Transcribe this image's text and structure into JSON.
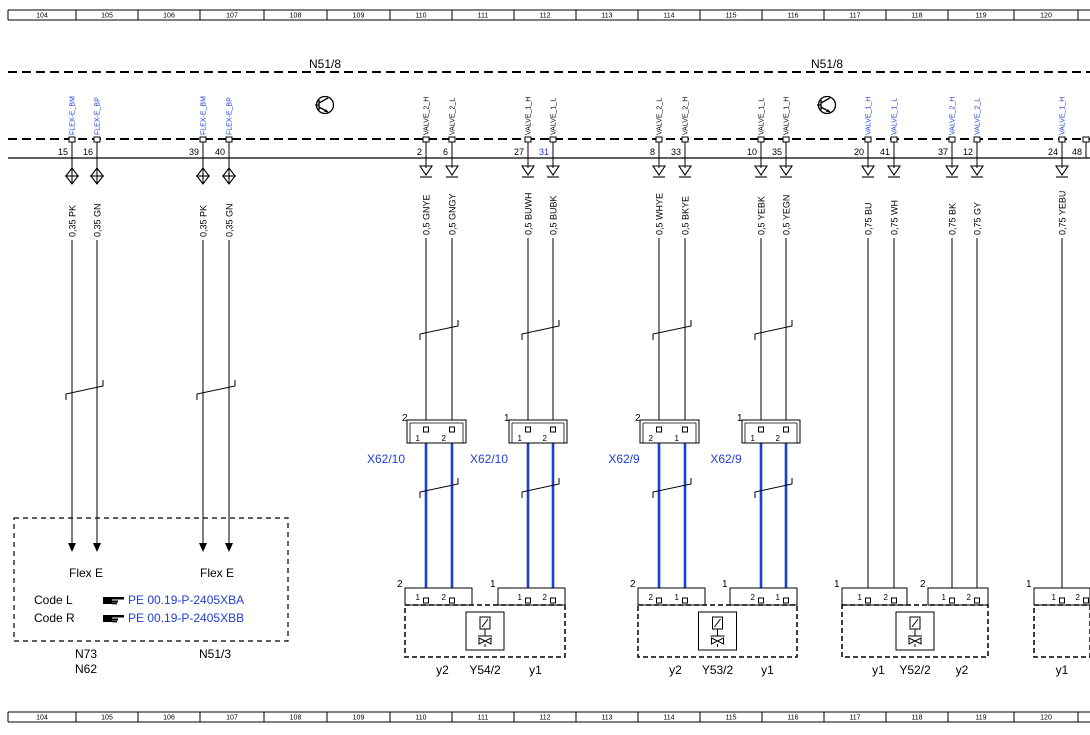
{
  "ruler": {
    "cells": [
      "104",
      "105",
      "106",
      "107",
      "108",
      "109",
      "110",
      "111",
      "112",
      "113",
      "114",
      "115",
      "116",
      "117",
      "118",
      "119",
      "120"
    ]
  },
  "module_label": "N51/8",
  "ecu_pins": [
    {
      "num": "15",
      "signal": "FLEX-E_BM",
      "blue": true
    },
    {
      "num": "16",
      "signal": "FLEX-E_BP",
      "blue": true
    },
    {
      "num": "39",
      "signal": "FLEX-E_BM",
      "blue": true
    },
    {
      "num": "40",
      "signal": "FLEX-E_BP",
      "blue": true
    },
    {
      "num": "2",
      "signal": "VALVE_2_H",
      "blue": false
    },
    {
      "num": "6",
      "signal": "VALVE_2_L",
      "blue": false
    },
    {
      "num": "27",
      "signal": "VALVE_1_H",
      "blue": false
    },
    {
      "num": "31",
      "signal": "VALVE_1_L",
      "blue": false,
      "num_blue": true
    },
    {
      "num": "8",
      "signal": "VALVE_2_L",
      "blue": false
    },
    {
      "num": "33",
      "signal": "VALVE_2_H",
      "blue": false
    },
    {
      "num": "10",
      "signal": "VALVE_1_L",
      "blue": false
    },
    {
      "num": "35",
      "signal": "VALVE_1_H",
      "blue": false
    },
    {
      "num": "20",
      "signal": "VALVE_1_H",
      "blue": true
    },
    {
      "num": "41",
      "signal": "VALVE_1_L",
      "blue": true
    },
    {
      "num": "37",
      "signal": "VALVE_2_H",
      "blue": true
    },
    {
      "num": "12",
      "signal": "VALVE_2_L",
      "blue": true
    },
    {
      "num": "24",
      "signal": "VALVE_1_H",
      "blue": true
    },
    {
      "num": "48",
      "signal": "",
      "blue": false
    }
  ],
  "wires": [
    {
      "label": "0,35 PK"
    },
    {
      "label": "0,35 GN"
    },
    {
      "label": "0,35 PK"
    },
    {
      "label": "0,35 GN"
    },
    {
      "label": "0,5 GNYE"
    },
    {
      "label": "0,5 GNGY"
    },
    {
      "label": "0,5 BUWH"
    },
    {
      "label": "0,5 BUBK"
    },
    {
      "label": "0,5 WHYE"
    },
    {
      "label": "0,5 BKYE"
    },
    {
      "label": "0,5 YEBK"
    },
    {
      "label": "0,5 YEGN"
    },
    {
      "label": "0,75 BU"
    },
    {
      "label": "0,75 WH"
    },
    {
      "label": "0,75 BK"
    },
    {
      "label": "0,75 GY"
    },
    {
      "label": "0,75 YEBU"
    }
  ],
  "connectors": [
    {
      "name": "X62/10",
      "corner": "2",
      "pins": [
        "1",
        "2"
      ]
    },
    {
      "name": "X62/10",
      "corner": "1",
      "pins": [
        "1",
        "2"
      ]
    },
    {
      "name": "X62/9",
      "corner": "2",
      "pins": [
        "2",
        "1"
      ]
    },
    {
      "name": "X62/9",
      "corner": "1",
      "pins": [
        "1",
        "2"
      ]
    }
  ],
  "valves": [
    {
      "name": "Y54/2",
      "left": "y2",
      "right": "y1",
      "corners": [
        "2",
        "1"
      ],
      "pins": [
        "1",
        "2",
        "1",
        "2"
      ]
    },
    {
      "name": "Y53/2",
      "left": "y2",
      "right": "y1",
      "corners": [
        "2",
        "1"
      ],
      "pins": [
        "2",
        "1",
        "2",
        "1"
      ]
    },
    {
      "name": "Y52/2",
      "left": "y1",
      "right": "y2",
      "corners": [
        "1",
        "2"
      ],
      "pins": [
        "1",
        "2",
        "1",
        "2"
      ]
    },
    {
      "name": "",
      "left": "y1",
      "right": "",
      "corners": [
        "1",
        ""
      ],
      "pins": [
        "1",
        "2"
      ]
    }
  ],
  "flex_box": {
    "label_left": "Flex E",
    "label_right": "Flex E",
    "code_l": "Code L",
    "code_r": "Code R",
    "ref_l": "PE 00.19-P-2405XBA",
    "ref_r": "PE 00.19-P-2405XBB",
    "comp_left_1": "N73",
    "comp_left_2": "N62",
    "comp_right": "N51/3"
  },
  "colors": {
    "wire_blue": "#1a3fd9",
    "text_blue": "#1f3fd0",
    "line": "#000000"
  }
}
